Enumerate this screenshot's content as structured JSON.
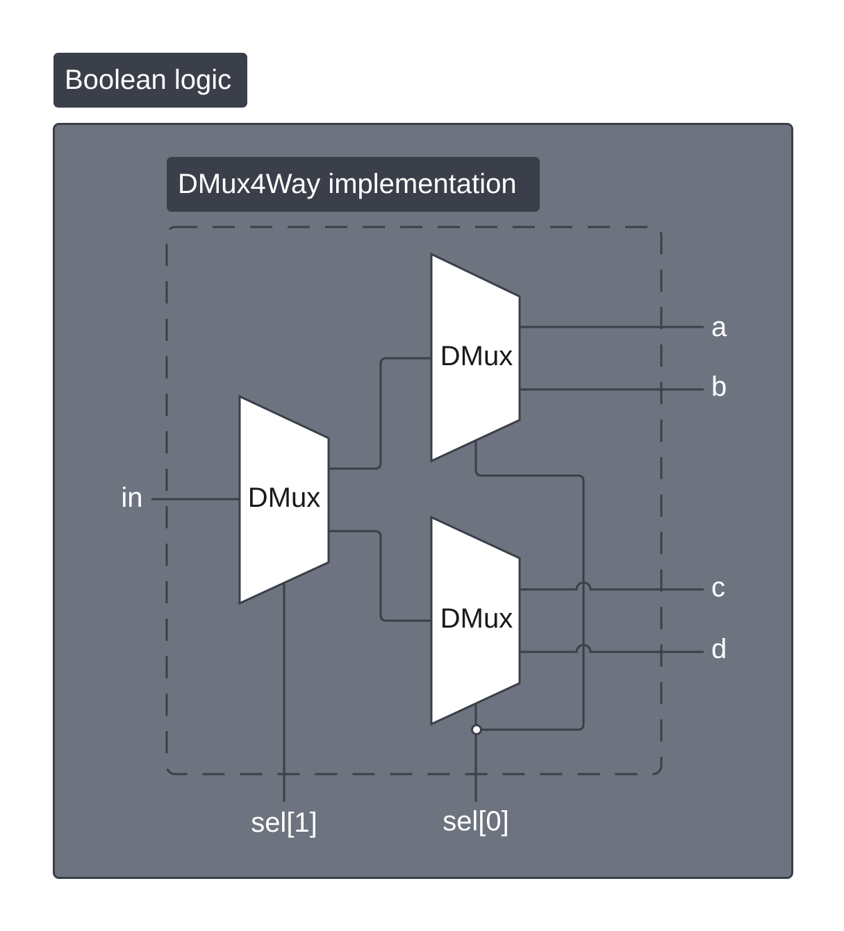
{
  "title": "Boolean logic",
  "subtitle": "DMux4Way implementation",
  "blocks": {
    "first": "DMux",
    "top": "DMux",
    "bottom": "DMux"
  },
  "ports": {
    "input": "in",
    "sel1": "sel[1]",
    "sel0": "sel[0]",
    "out_a": "a",
    "out_b": "b",
    "out_c": "c",
    "out_d": "d"
  },
  "colors": {
    "panel": "#6e7380",
    "tag": "#3a3f4a",
    "wire": "#3a3f4a",
    "block_fill": "#ffffff"
  }
}
